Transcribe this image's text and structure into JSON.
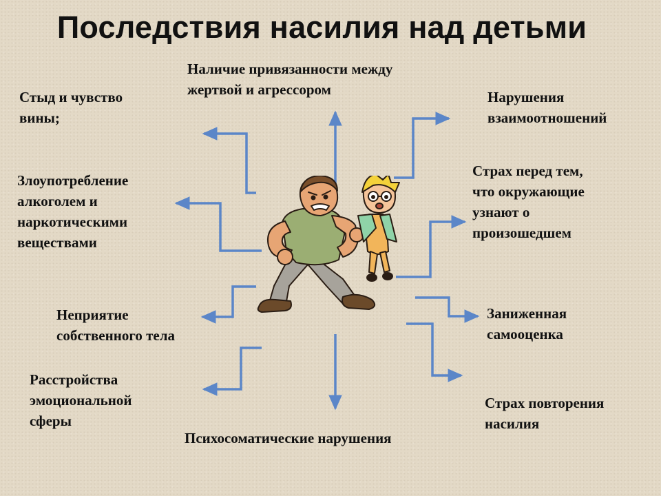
{
  "title": "Последствия насилия над детьми",
  "labels": {
    "attachment": "Наличие привязанности между\nжертвой и агрессором",
    "shame": "Стыд и чувство\nвины;",
    "relations": "Нарушения\nвзаимоотношений",
    "substance": "Злоупотребление\nалкоголем и\nнаркотическими\nвеществами",
    "fear_known": "Страх перед тем,\nчто окружающие\nузнают о\nпроизошедшем",
    "body": "Неприятие\nсобственного тела",
    "self_esteem": "Заниженная\nсамооценка",
    "emotional": "Расстройства\nэмоциональной\nсферы",
    "fear_repeat": "Страх повторения\nнасилия",
    "psychosomatic": "Психосоматические нарушения"
  },
  "colors": {
    "arrow": "#5b86c8",
    "text": "#111111",
    "background": "#e3d9c6"
  },
  "illustration": {
    "icon": "bully-grabbing-child-illustration"
  }
}
